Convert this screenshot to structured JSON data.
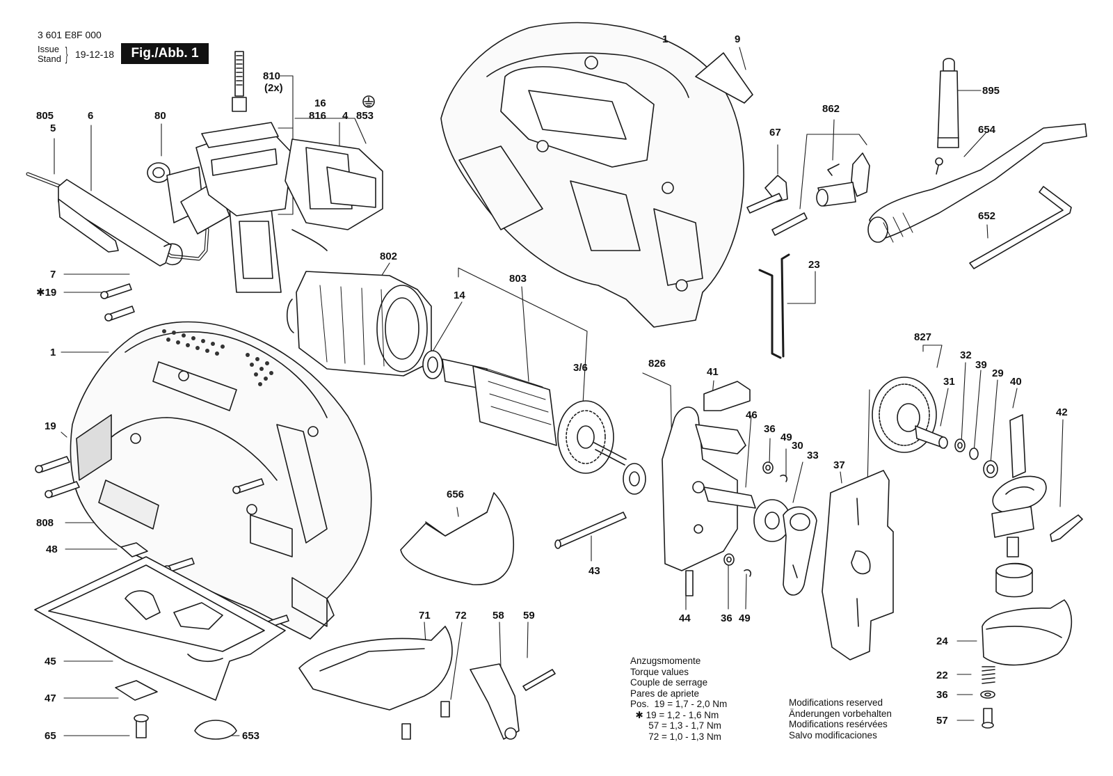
{
  "header": {
    "doc_number": "3 601 E8F 000",
    "issue_label": "Issue",
    "stand_label": "Stand",
    "issue_date": "19-12-18",
    "figure_label": "Fig./Abb. 1"
  },
  "ground_symbol": "ground-icon",
  "parts": [
    {
      "id": "p-810",
      "label": "810"
    },
    {
      "id": "p-810-2x",
      "label": "(2x)"
    },
    {
      "id": "p-16",
      "label": "16"
    },
    {
      "id": "p-816",
      "label": "816"
    },
    {
      "id": "p-4",
      "label": "4"
    },
    {
      "id": "p-853",
      "label": "853"
    },
    {
      "id": "p-805",
      "label": "805"
    },
    {
      "id": "p-5",
      "label": "5"
    },
    {
      "id": "p-6",
      "label": "6"
    },
    {
      "id": "p-80",
      "label": "80"
    },
    {
      "id": "p-7",
      "label": "7"
    },
    {
      "id": "p-19a",
      "label": "✱19"
    },
    {
      "id": "p-1a",
      "label": "1"
    },
    {
      "id": "p-19b",
      "label": "19"
    },
    {
      "id": "p-808",
      "label": "808"
    },
    {
      "id": "p-48",
      "label": "48"
    },
    {
      "id": "p-45",
      "label": "45"
    },
    {
      "id": "p-47",
      "label": "47"
    },
    {
      "id": "p-65",
      "label": "65"
    },
    {
      "id": "p-653",
      "label": "653"
    },
    {
      "id": "p-802",
      "label": "802"
    },
    {
      "id": "p-803",
      "label": "803"
    },
    {
      "id": "p-14",
      "label": "14"
    },
    {
      "id": "p-3-6",
      "label": "3/6"
    },
    {
      "id": "p-656",
      "label": "656"
    },
    {
      "id": "p-71",
      "label": "71"
    },
    {
      "id": "p-72",
      "label": "72"
    },
    {
      "id": "p-58",
      "label": "58"
    },
    {
      "id": "p-59",
      "label": "59"
    },
    {
      "id": "p-43",
      "label": "43"
    },
    {
      "id": "p-1b",
      "label": "1"
    },
    {
      "id": "p-9",
      "label": "9"
    },
    {
      "id": "p-67",
      "label": "67"
    },
    {
      "id": "p-862",
      "label": "862"
    },
    {
      "id": "p-895",
      "label": "895"
    },
    {
      "id": "p-654",
      "label": "654"
    },
    {
      "id": "p-652",
      "label": "652"
    },
    {
      "id": "p-23",
      "label": "23"
    },
    {
      "id": "p-826",
      "label": "826"
    },
    {
      "id": "p-41",
      "label": "41"
    },
    {
      "id": "p-46",
      "label": "46"
    },
    {
      "id": "p-36a",
      "label": "36"
    },
    {
      "id": "p-49a",
      "label": "49"
    },
    {
      "id": "p-30",
      "label": "30"
    },
    {
      "id": "p-33",
      "label": "33"
    },
    {
      "id": "p-37",
      "label": "37"
    },
    {
      "id": "p-44",
      "label": "44"
    },
    {
      "id": "p-36b",
      "label": "36"
    },
    {
      "id": "p-49b",
      "label": "49"
    },
    {
      "id": "p-827",
      "label": "827"
    },
    {
      "id": "p-31",
      "label": "31"
    },
    {
      "id": "p-32",
      "label": "32"
    },
    {
      "id": "p-39",
      "label": "39"
    },
    {
      "id": "p-29",
      "label": "29"
    },
    {
      "id": "p-40",
      "label": "40"
    },
    {
      "id": "p-42",
      "label": "42"
    },
    {
      "id": "p-24",
      "label": "24"
    },
    {
      "id": "p-22",
      "label": "22"
    },
    {
      "id": "p-36c",
      "label": "36"
    },
    {
      "id": "p-57",
      "label": "57"
    }
  ],
  "torque": {
    "lines": [
      "Anzugsmomente",
      "Torque values",
      "Couple de serrage",
      "Pares de apriete",
      "Pos.  19 = 1,7 - 2,0 Nm",
      "  ✱ 19 = 1,2 - 1,6 Nm",
      "       57 = 1,3 - 1,7 Nm",
      "       72 = 1,0 - 1,3 Nm"
    ]
  },
  "modifications": {
    "lines": [
      "Modifications reserved",
      "Änderungen vorbehalten",
      "Modifications resérvées",
      "Salvo modificaciones"
    ]
  }
}
